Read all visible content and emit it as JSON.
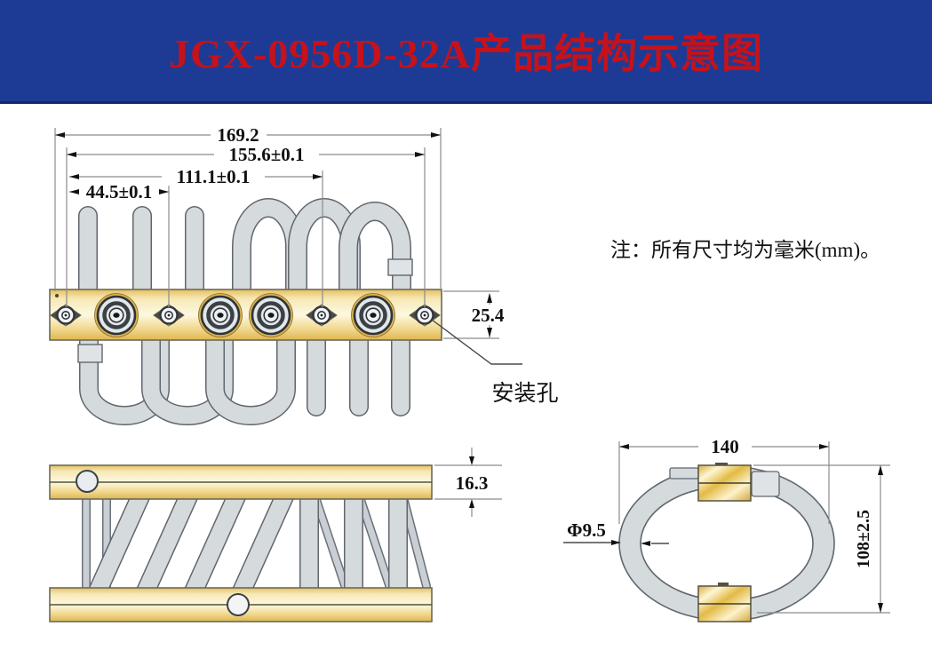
{
  "banner": {
    "title": "JGX-0956D-32A产品结构示意图",
    "bg_color": "#1d3b95",
    "title_color": "#c5121b"
  },
  "note": {
    "text": "注：所有尺寸均为毫米(mm)。"
  },
  "front_view": {
    "dim_overall_length": "169.2",
    "dim_outer_holes": "155.6±0.1",
    "dim_mid_holes": "111.1±0.1",
    "dim_inner_holes": "44.5±0.1",
    "dim_bar_width": "25.4",
    "mounting_hole_label": "安装孔"
  },
  "side_view": {
    "dim_bar_thickness": "16.3"
  },
  "end_view": {
    "dim_width": "140",
    "dim_rope_diameter": "Φ9.5",
    "dim_height": "108±2.5"
  },
  "colors": {
    "banner_blue": "#1d3b95",
    "title_red": "#c5121b",
    "gold_dark": "#dfb650",
    "gold_light": "#fdf8e0",
    "rope_gray": "#d5dadd",
    "rope_outline": "#60676e",
    "dim_line_gray": "#8c8c8c",
    "text_black": "#111111"
  }
}
